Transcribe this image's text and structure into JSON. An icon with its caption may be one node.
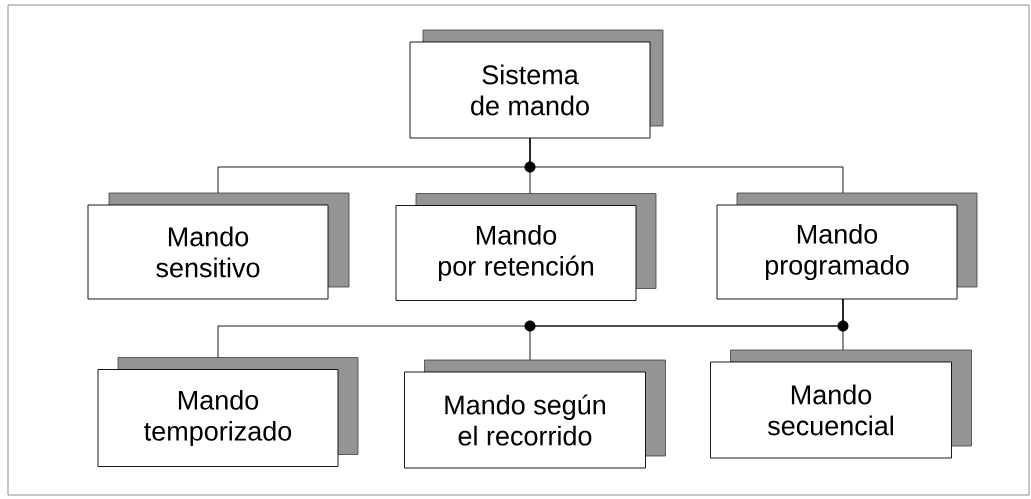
{
  "diagram": {
    "nodes": [
      {
        "text": [
          "Sistema de mando"
        ]
      },
      {
        "text": [
          "Mando sensitivo"
        ]
      },
      {
        "text": [
          "Mando por retención"
        ]
      },
      {
        "text": [
          "Mando programado"
        ]
      },
      {
        "text": [
          "Mando temporizado"
        ]
      },
      {
        "text": [
          "Mando según el recorrido"
        ]
      },
      {
        "text": [
          "Mando secuencial"
        ]
      }
    ],
    "edges": [
      {
        "from": 0,
        "to": 1,
        "arrow": "none"
      },
      {
        "from": 0,
        "to": 2,
        "arrow": "none"
      },
      {
        "from": 0,
        "to": 3,
        "arrow": "none"
      },
      {
        "from": 3,
        "to": 4,
        "arrow": "none"
      },
      {
        "from": 3,
        "to": 5,
        "arrow": "none"
      },
      {
        "from": 3,
        "to": 6,
        "arrow": "none"
      }
    ]
  }
}
